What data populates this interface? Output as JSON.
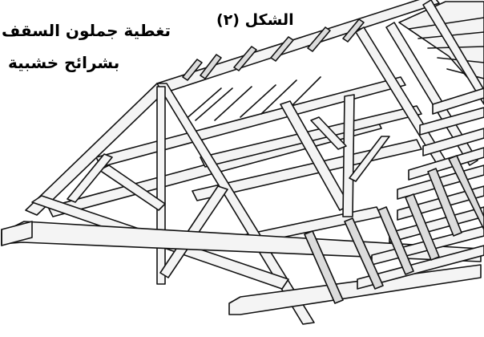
{
  "figure": {
    "label": "الشكل (٢)",
    "title_line1": "تغطية جملون السقف",
    "title_line2": "بشرائح خشبية"
  },
  "colors": {
    "background": "#ffffff",
    "line": "#111111",
    "timber": "#f4f4f4",
    "timber_shade": "#dcdcdc"
  }
}
